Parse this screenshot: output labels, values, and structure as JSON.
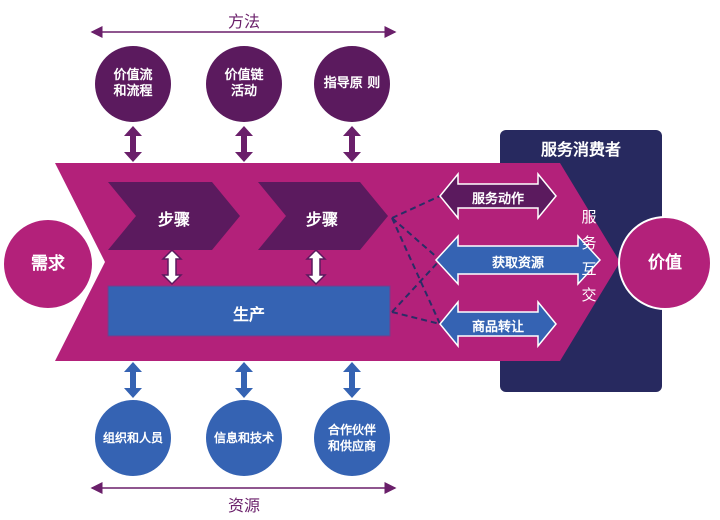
{
  "methods": {
    "label": "方法",
    "items": [
      "价值流\n和流程",
      "价值链\n活动",
      "指导原 则"
    ]
  },
  "resources": {
    "label": "资源",
    "items": [
      "组织和人员",
      "信息和技术",
      "合作伙伴\n和供应商"
    ]
  },
  "demand": "需求",
  "steps": [
    "步骤",
    "步骤"
  ],
  "production": "生产",
  "consumer": {
    "title": "服务消费者",
    "actions": [
      "服务动作",
      "获取资源",
      "商品转让"
    ],
    "interaction": "服务互交"
  },
  "value": "价值",
  "colors": {
    "magenta": "#b3217a",
    "dark_purple": "#5b1a5e",
    "blue": "#3563b3",
    "navy": "#27295f",
    "arrow_purple": "#6a1f6a"
  }
}
